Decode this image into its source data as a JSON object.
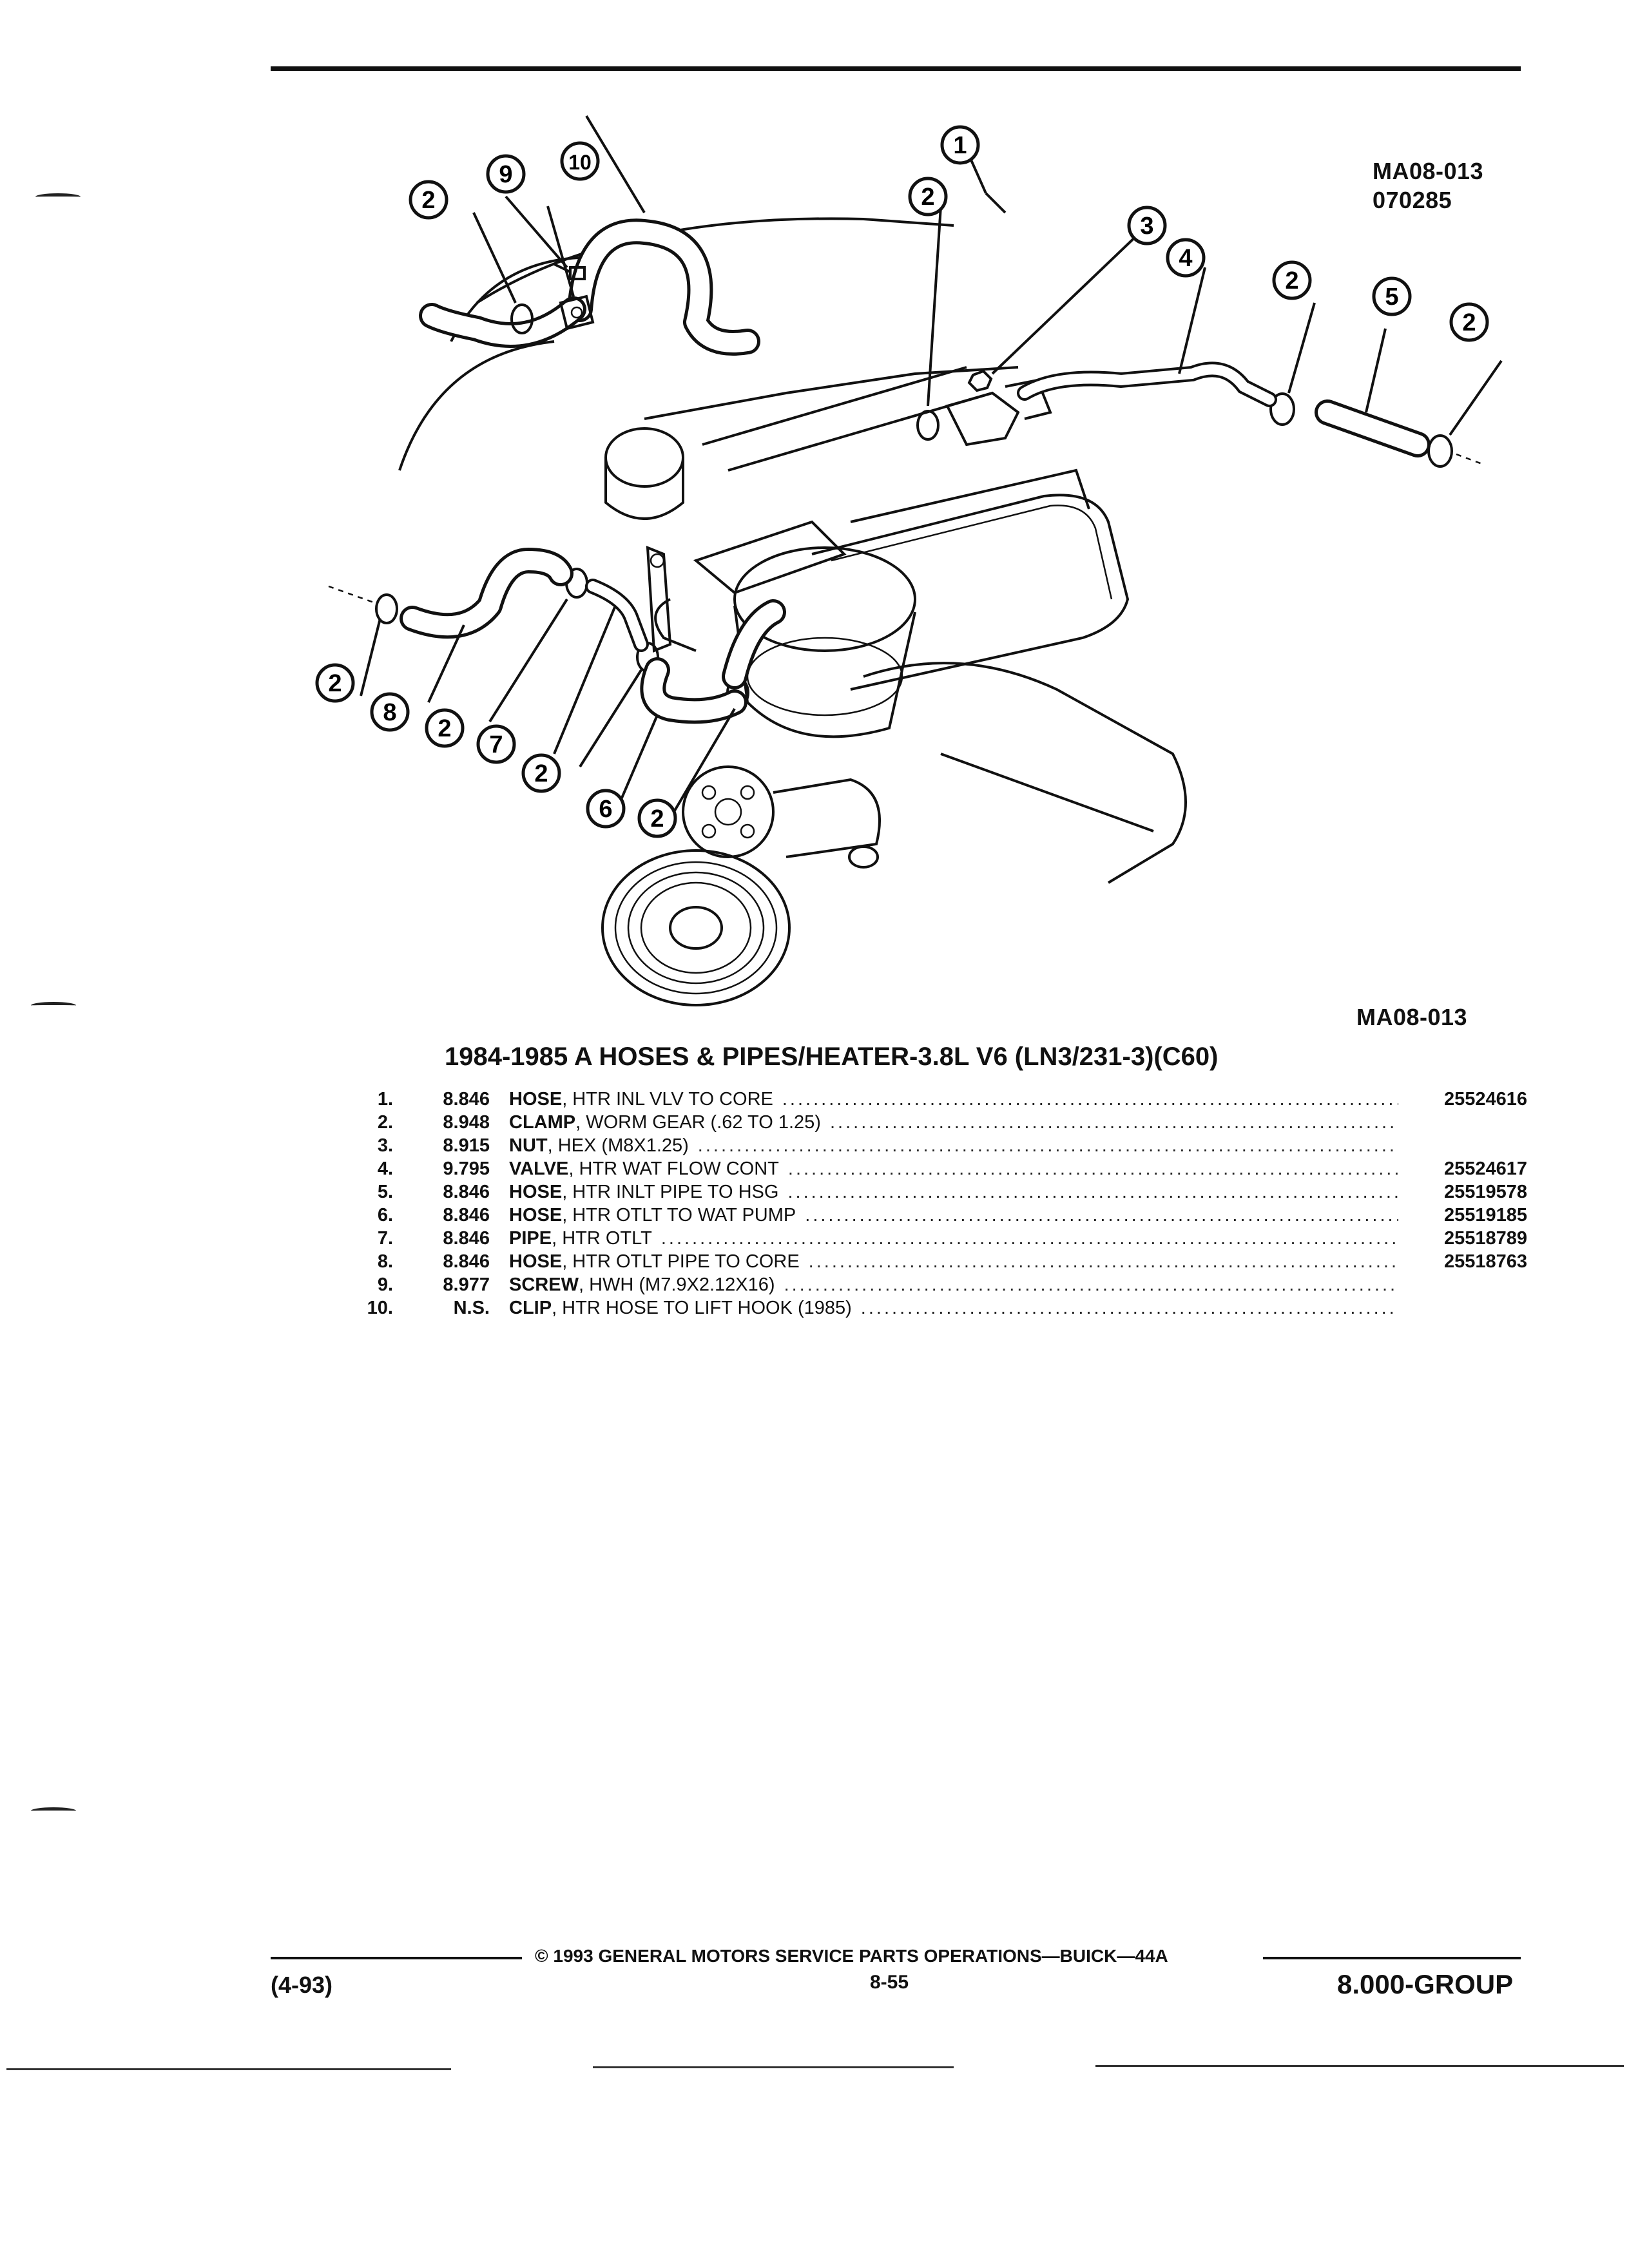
{
  "figure": {
    "code_top": "MA08-013",
    "date_code": "070285",
    "code_bottom": "MA08-013",
    "callouts": [
      "1",
      "2",
      "2",
      "2",
      "2",
      "2",
      "2",
      "2",
      "2",
      "3",
      "4",
      "5",
      "6",
      "7",
      "8",
      "9",
      "10"
    ]
  },
  "section": {
    "title": "1984-1985 A HOSES & PIPES/HEATER-3.8L V6 (LN3/231-3)(C60)"
  },
  "parts": [
    {
      "num": "1.",
      "code": "8.846",
      "name": "HOSE",
      "desc": ", HTR INL VLV TO CORE",
      "part": "25524616"
    },
    {
      "num": "2.",
      "code": "8.948",
      "name": "CLAMP",
      "desc": ", WORM GEAR (.62 TO 1.25)",
      "part": ""
    },
    {
      "num": "3.",
      "code": "8.915",
      "name": "NUT",
      "desc": ", HEX (M8X1.25)",
      "part": ""
    },
    {
      "num": "4.",
      "code": "9.795",
      "name": "VALVE",
      "desc": ", HTR WAT FLOW CONT",
      "part": "25524617"
    },
    {
      "num": "5.",
      "code": "8.846",
      "name": "HOSE",
      "desc": ", HTR INLT PIPE TO HSG",
      "part": "25519578"
    },
    {
      "num": "6.",
      "code": "8.846",
      "name": "HOSE",
      "desc": ", HTR OTLT TO WAT PUMP",
      "part": "25519185"
    },
    {
      "num": "7.",
      "code": "8.846",
      "name": "PIPE",
      "desc": ", HTR OTLT",
      "part": "25518789"
    },
    {
      "num": "8.",
      "code": "8.846",
      "name": "HOSE",
      "desc": ", HTR OTLT PIPE TO CORE",
      "part": "25518763"
    },
    {
      "num": "9.",
      "code": "8.977",
      "name": "SCREW",
      "desc": ", HWH (M7.9X2.12X16)",
      "part": ""
    },
    {
      "num": "10.",
      "code": "N.S.",
      "name": "CLIP",
      "desc": ", HTR HOSE TO LIFT HOOK (1985)",
      "part": ""
    }
  ],
  "footer": {
    "copyright": "© 1993 GENERAL MOTORS SERVICE PARTS OPERATIONS—BUICK—44A",
    "page": "8-55",
    "date": "(4-93)",
    "group": "8.000-GROUP"
  }
}
